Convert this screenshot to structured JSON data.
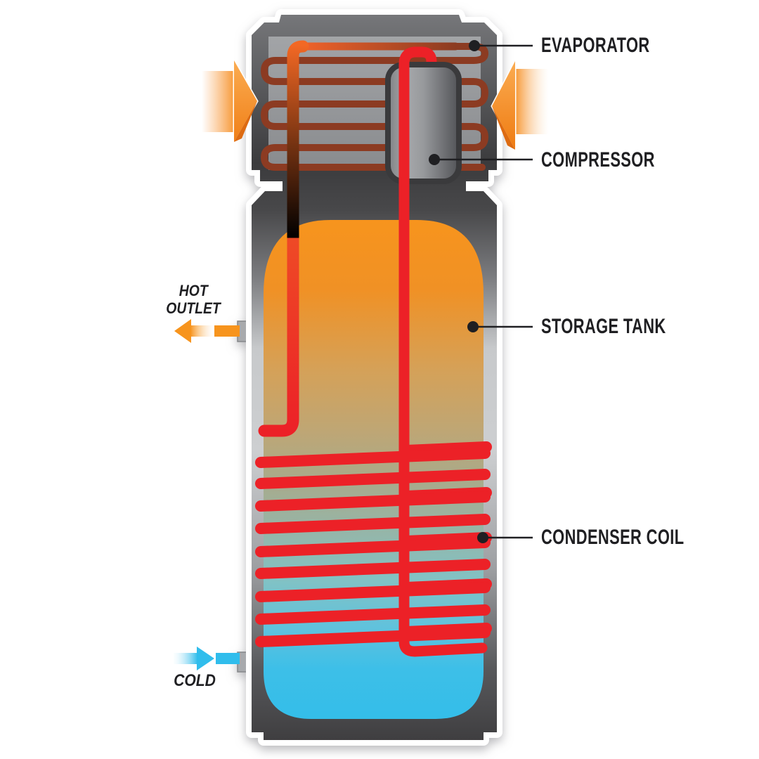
{
  "diagram_title": "heat-pump-water-heater-cutaway",
  "labels": {
    "evaporator": "EVAPORATOR",
    "compressor": "COMPRESSOR",
    "storage_tank": "STORAGE TANK",
    "condenser_coil": "CONDENSER COIL",
    "hot_line1": "HOT",
    "hot_line2": "OUTLET",
    "cold": "COLD"
  },
  "colors": {
    "ink": "#1f1f22",
    "refrigerant_red": "#ec2127",
    "pipe_orange": "#f26824",
    "evap_coil_brown": "#8c3b22",
    "tank_hot_orange": "#f7941d",
    "tank_cold_cyan": "#34bee9",
    "air_arrow_orange": "#f58220",
    "air_arrow_highlight": "#fbac52",
    "air_arrow_shade": "#dd6b12",
    "hot_arrow_orange": "#f7941d",
    "cold_arrow_cyan": "#30bdec",
    "shell_dark": "#3b3b3d",
    "shell_silver": "#cdcfd1",
    "stub_gray": "#a8aaad"
  }
}
